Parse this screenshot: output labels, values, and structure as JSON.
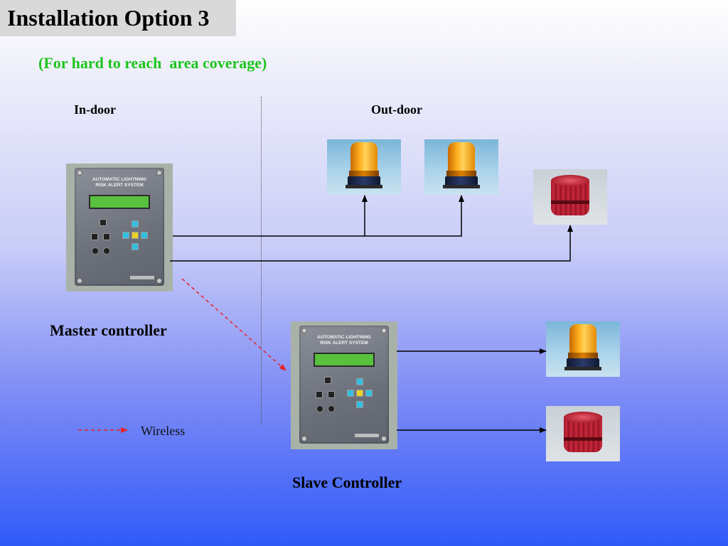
{
  "title": "Installation Option 3",
  "subtitle": "(For hard to reach  area coverage)",
  "zones": {
    "indoor": "In-door",
    "outdoor": "Out-door"
  },
  "devices": {
    "master_label": "Master controller",
    "slave_label": "Slave Controller",
    "panel_title_line1": "AUTOMATIC LIGHTNING",
    "panel_title_line2": "RISK ALERT SYSTEM"
  },
  "legend": {
    "wireless": "Wireless"
  },
  "colors": {
    "title_box": "#d9d9d9",
    "subtitle": "#1ec51e",
    "wireless_line": "#e8202a",
    "wire": "#000000"
  }
}
